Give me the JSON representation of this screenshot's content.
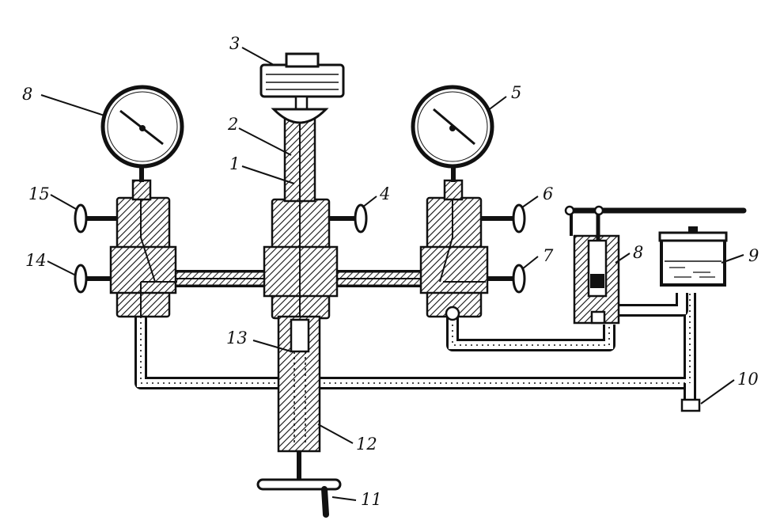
{
  "labels": {
    "l1": "1",
    "l2": "2",
    "l3": "3",
    "l4": "4",
    "l5": "5",
    "l6": "6",
    "l7": "7",
    "l8": "8",
    "l9": "9",
    "l10": "10",
    "l11": "11",
    "l12": "12",
    "l13": "13",
    "l14": "14",
    "l15": "15",
    "l16": "8"
  }
}
